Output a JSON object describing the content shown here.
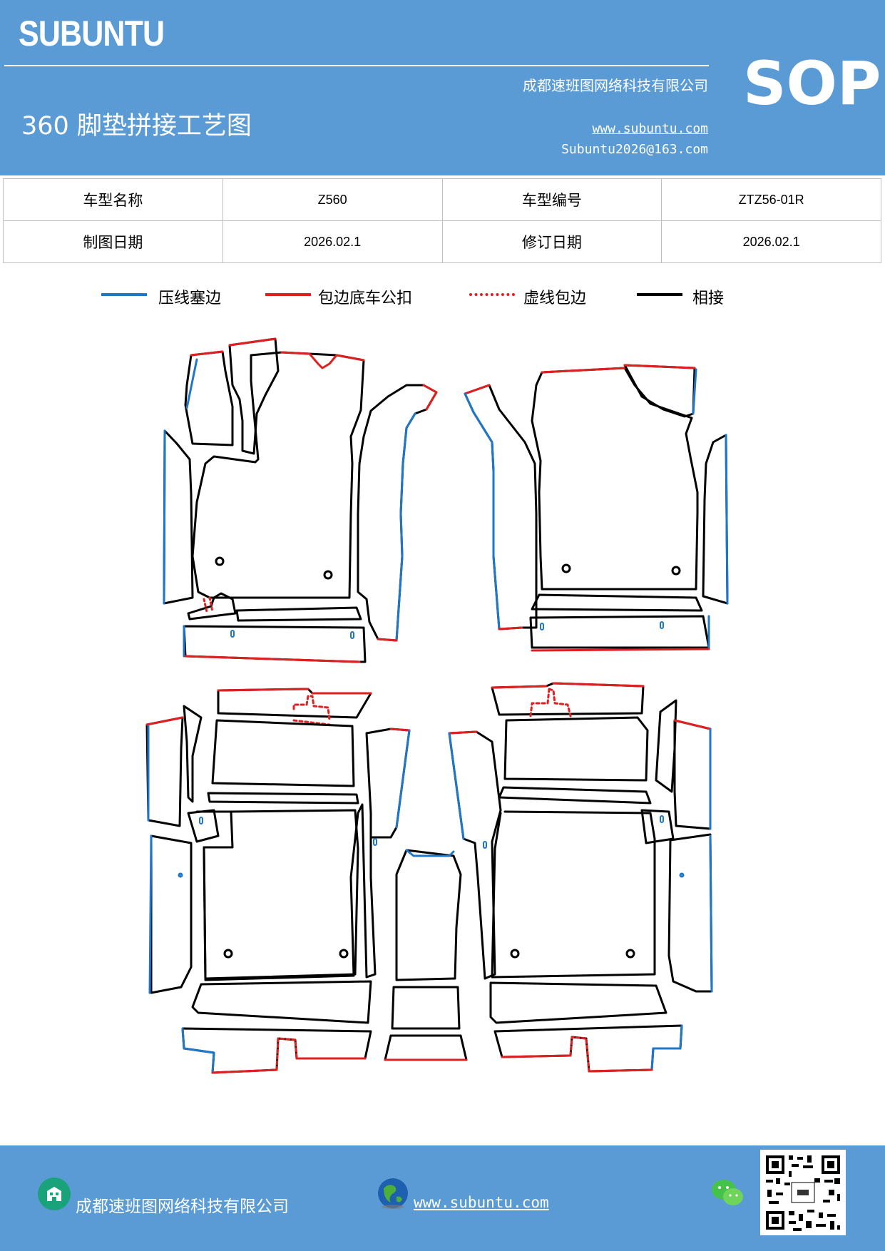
{
  "header": {
    "logo": "SUBUNTU",
    "company": "成都速班图网络科技有限公司",
    "website": "www.subuntu.com",
    "email": "Subuntu2026@163.com",
    "badge": "SOP",
    "title": "360 脚垫拼接工艺图"
  },
  "info_table": {
    "row1": {
      "label1": "车型名称",
      "value1": "Z560",
      "label2": "车型编号",
      "value2": "ZTZ56-01R"
    },
    "row2": {
      "label1": "制图日期",
      "value1": "2026.02.1",
      "label2": "修订日期",
      "value2": "2026.02.1"
    }
  },
  "legend": [
    {
      "label": "压线塞边",
      "color": "#1f77c8",
      "style": "solid"
    },
    {
      "label": "包边底车公扣",
      "color": "#e02020",
      "style": "solid"
    },
    {
      "label": "虚线包边",
      "color": "#e02020",
      "style": "dotted"
    },
    {
      "label": "相接",
      "color": "#000000",
      "style": "solid"
    }
  ],
  "footer": {
    "company": "成都速班图网络科技有限公司",
    "website": "www.subuntu.com ",
    "icons": [
      "building-icon",
      "globe-icon",
      "wechat-icon",
      "qr-code"
    ]
  }
}
